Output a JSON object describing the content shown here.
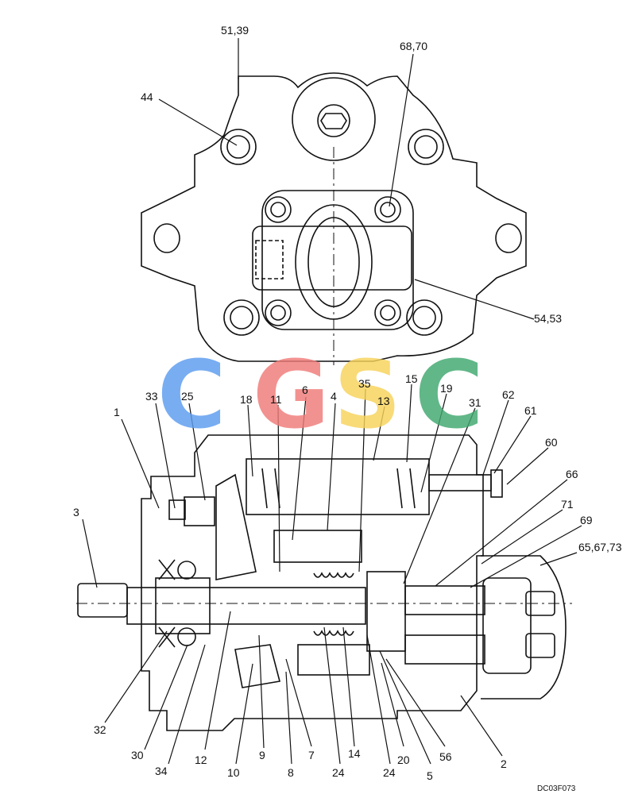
{
  "watermark": {
    "letters": [
      "C",
      "G",
      "S",
      "C"
    ],
    "colors": [
      "#5b9cf0",
      "#f07b78",
      "#f7d35a",
      "#3fa86e"
    ]
  },
  "drawing_code": "DC03F073",
  "top_view": {
    "callouts": [
      "51,39",
      "68,70",
      "44",
      "54,53"
    ]
  },
  "section_view": {
    "callouts": {
      "c1": "1",
      "c33": "33",
      "c25": "25",
      "c18": "18",
      "c11": "11",
      "c6": "6",
      "c4": "4",
      "c35": "35",
      "c13": "13",
      "c15": "15",
      "c19": "19",
      "c31": "31",
      "c62": "62",
      "c61": "61",
      "c60": "60",
      "c66": "66",
      "c71": "71",
      "c69": "69",
      "c65": "65,67,73",
      "c3": "3",
      "c32": "32",
      "c30": "30",
      "c34": "34",
      "c12": "12",
      "c10": "10",
      "c9": "9",
      "c8": "8",
      "c7": "7",
      "c24a": "24",
      "c14": "14",
      "c24b": "24",
      "c20": "20",
      "c5": "5",
      "c56": "56",
      "c2": "2"
    }
  }
}
